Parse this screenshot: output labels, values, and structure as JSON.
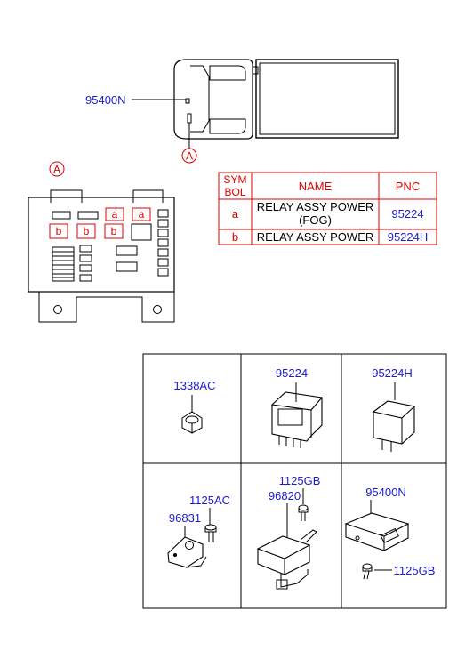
{
  "callouts": {
    "top_part": "95400N",
    "view_marker": "A",
    "fuse_box_marker": "A"
  },
  "fuse_box": {
    "slot_a": "a",
    "slot_b": "b"
  },
  "legend_table": {
    "headers": {
      "symbol": "SYM\nBOL",
      "symbol_line1": "SYM",
      "symbol_line2": "BOL",
      "name": "NAME",
      "pnc": "PNC"
    },
    "rows": [
      {
        "symbol": "a",
        "name_line1": "RELAY ASSY POWER",
        "name_line2": "(FOG)",
        "pnc": "95224"
      },
      {
        "symbol": "b",
        "name_line1": "RELAY ASSY POWER",
        "name_line2": "",
        "pnc": "95224H"
      }
    ],
    "colors": {
      "header_text": "#e00000",
      "border": "#e00000",
      "pnc_text": "#1a1ad0"
    }
  },
  "parts_grid": {
    "cells": [
      {
        "labels": [
          "1338AC"
        ]
      },
      {
        "labels": [
          "95224"
        ]
      },
      {
        "labels": [
          "95224H"
        ]
      },
      {
        "labels": [
          "1125AC",
          "96831"
        ]
      },
      {
        "labels": [
          "1125GB",
          "96820"
        ]
      },
      {
        "labels": [
          "95400N",
          "1125GB"
        ]
      }
    ]
  },
  "colors": {
    "part_number": "#1a1ad0",
    "symbol": "#e00000",
    "line": "#000000"
  }
}
